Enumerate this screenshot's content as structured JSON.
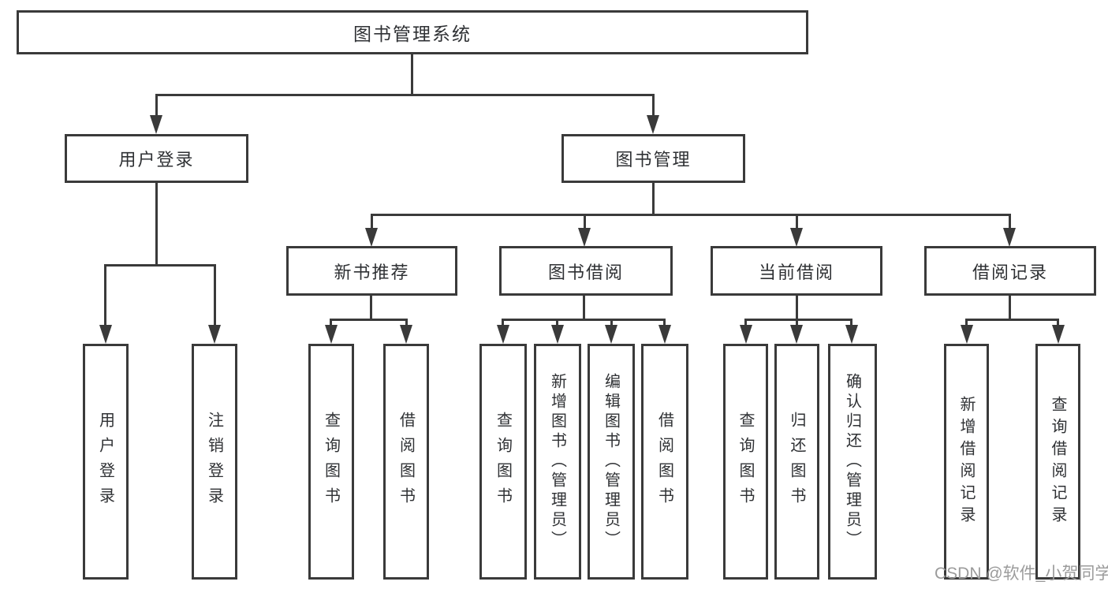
{
  "tree": {
    "label": "图书管理系统",
    "children": [
      {
        "label": "用户登录",
        "children": [
          {
            "label": "用户登录"
          },
          {
            "label": "注销登录"
          }
        ]
      },
      {
        "label": "图书管理",
        "children": [
          {
            "label": "新书推荐",
            "children": [
              {
                "label": "查询图书"
              },
              {
                "label": "借阅图书"
              }
            ]
          },
          {
            "label": "图书借阅",
            "children": [
              {
                "label": "查询图书"
              },
              {
                "label": "新增图书（管理员）"
              },
              {
                "label": "编辑图书（管理员）"
              },
              {
                "label": "借阅图书"
              }
            ]
          },
          {
            "label": "当前借阅",
            "children": [
              {
                "label": "查询图书"
              },
              {
                "label": "归还图书"
              },
              {
                "label": "确认归还（管理员）"
              }
            ]
          },
          {
            "label": "借阅记录",
            "children": [
              {
                "label": "新增借阅记录"
              },
              {
                "label": "查询借阅记录"
              }
            ]
          }
        ]
      }
    ]
  },
  "watermark": "CSDN @软件_小贺同学",
  "colors": {
    "line": "#3a3a3a",
    "text": "#2f3134",
    "watermark": "#9b9b9b",
    "background": "#ffffff"
  }
}
